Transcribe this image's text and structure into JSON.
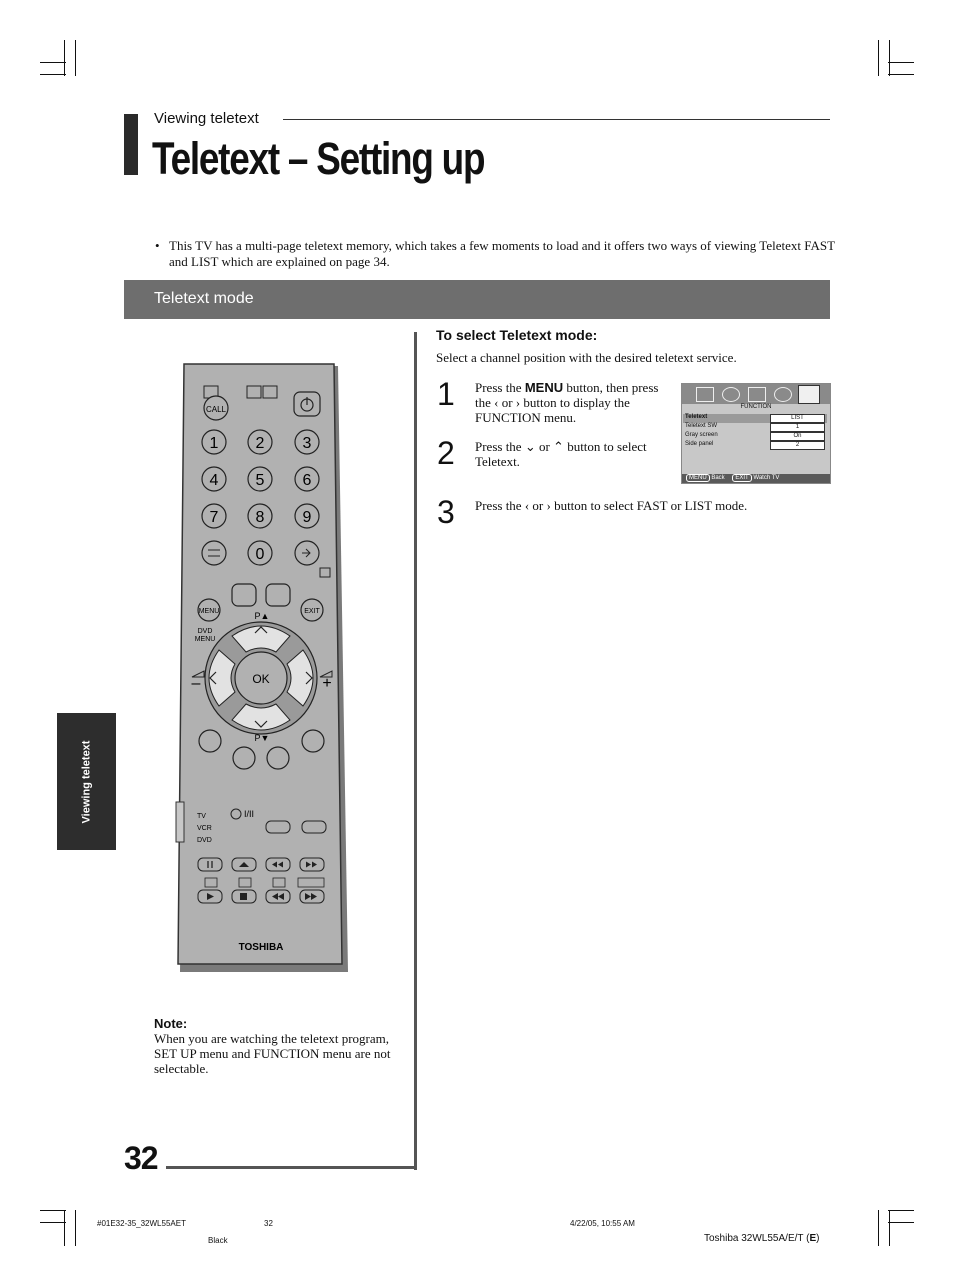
{
  "header": {
    "section": "Viewing teletext",
    "title": "Teletext – Setting up"
  },
  "intro": {
    "bullet": "•",
    "text": "This TV has a multi-page teletext memory, which takes a few moments to load and it offers two ways of viewing Teletext FAST and LIST which are explained on page 34."
  },
  "mode_section": {
    "title": "Teletext mode"
  },
  "select": {
    "heading": "To select Teletext mode:",
    "description": "Select a channel position with the desired teletext service."
  },
  "steps": [
    {
      "num": "1",
      "pre": "Press the ",
      "bold": "MENU",
      "post": " button, then press the ‹ or › button to display the FUNCTION menu."
    },
    {
      "num": "2",
      "text": "Press the ⌄ or ⌃ button to select Teletext."
    },
    {
      "num": "3",
      "text": "Press the ‹ or › button to select FAST or LIST mode."
    }
  ],
  "osd": {
    "menu_title": "FUNCTION",
    "rows": [
      {
        "label": "Teletext",
        "value": "LIST"
      },
      {
        "label": "Teletext SW",
        "value": "1"
      },
      {
        "label": "Gray screen",
        "value": "On"
      },
      {
        "label": "Side panel",
        "value": "2"
      }
    ],
    "footer_back_key": "MENU",
    "footer_back": "Back",
    "footer_exit_key": "EXIT",
    "footer_exit": "Watch TV"
  },
  "remote": {
    "call": "CALL",
    "digits": [
      "1",
      "2",
      "3",
      "4",
      "5",
      "6",
      "7",
      "8",
      "9",
      "0"
    ],
    "menu": "MENU",
    "exit": "EXIT",
    "p_up": "P▲",
    "p_down": "P▼",
    "dvd_menu_1": "DVD",
    "dvd_menu_2": "MENU",
    "ok": "OK",
    "tv": "TV",
    "vcr": "VCR",
    "dvd": "DVD",
    "dual": "I/II",
    "brand": "TOSHIBA",
    "vol_minus": "–",
    "vol_plus": "+"
  },
  "note": {
    "heading": "Note:",
    "text": "When you are watching the teletext program, SET UP menu and FUNCTION menu are not selectable."
  },
  "side_tab": "Viewing teletext",
  "page_number": "32",
  "footer": {
    "file": "#01E32-35_32WL55AET",
    "page": "32",
    "date": "4/22/05, 10:55 AM",
    "color": "Black",
    "model_pre": "Toshiba 32WL55A/E/T (",
    "model_bold": "E",
    "model_post": ")"
  }
}
